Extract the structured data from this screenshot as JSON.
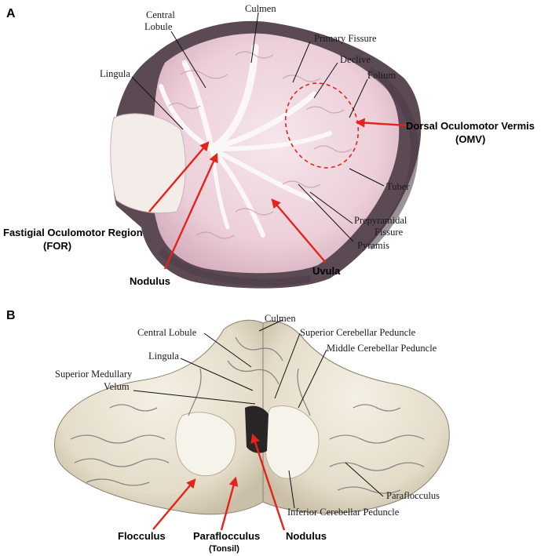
{
  "panel_a": {
    "letter": "A",
    "labels": {
      "central": "Central",
      "lobule": "Lobule",
      "culmen": "Culmen",
      "primary_fissure": "Primary Fissure",
      "declive": "Declive",
      "lingula": "Lingula",
      "folium": "Folium",
      "tuber": "Tuber",
      "prepyramidal": "Prepyramidal",
      "fissure": "Fissure",
      "pyramis": "Pyramis"
    },
    "highlights": {
      "omv_line1": "Dorsal Oculomotor Vermis",
      "omv_line2": "(OMV)",
      "for_line1": "Fastigial Oculomotor Region",
      "for_line2": "(FOR)",
      "nodulus": "Nodulus",
      "uvula": "Uvula"
    }
  },
  "panel_b": {
    "letter": "B",
    "labels": {
      "culmen": "Culmen",
      "central_lobule": "Central Lobule",
      "superior_cerebellar_peduncle": "Superior Cerebellar Peduncle",
      "middle_cerebellar_peduncle": "Middle Cerebellar Peduncle",
      "lingula": "Lingula",
      "smv_line1": "Superior Medullary",
      "smv_line2": "Velum",
      "paraflocculus": "Paraflocculus",
      "inferior_cerebellar_peduncle": "Inferior Cerebellar Peduncle"
    },
    "highlights": {
      "flocculus": "Flocculus",
      "paraflocculus_tonsil": "Paraflocculus",
      "tonsil": "(Tonsil)",
      "nodulus": "Nodulus"
    }
  },
  "colors": {
    "accent_red": "#e3241b",
    "tissue_dark": "#5a4a55",
    "tissue_pink": "#f1dde4",
    "white_matter": "#f7eff3",
    "tissue_cream": "#efeadc"
  }
}
